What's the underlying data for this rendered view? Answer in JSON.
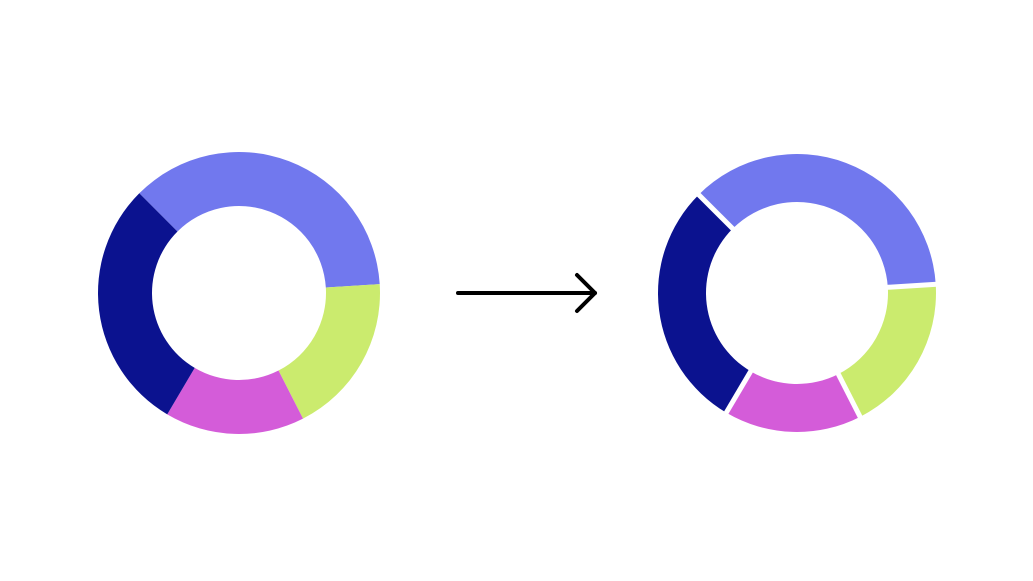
{
  "colors": {
    "background": "#ffffff",
    "arrow": "#000000",
    "segment_gap": "#ffffff"
  },
  "icons": {
    "arrow": "right-arrow-icon"
  },
  "chart_data": [
    {
      "type": "pie",
      "style": "donut",
      "segment_gaps": false,
      "values": [
        36.5,
        18.5,
        16,
        29
      ],
      "colors": [
        "#7178ee",
        "#cbeb6e",
        "#d45cd9",
        "#0b128f"
      ]
    },
    {
      "type": "pie",
      "style": "donut",
      "segment_gaps": true,
      "values": [
        36.5,
        18.5,
        16,
        29
      ],
      "colors": [
        "#7178ee",
        "#cbeb6e",
        "#d45cd9",
        "#0b128f"
      ]
    }
  ]
}
